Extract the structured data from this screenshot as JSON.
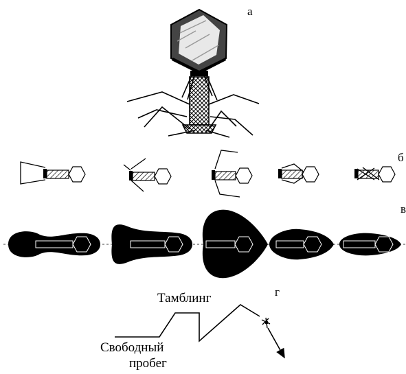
{
  "panels": {
    "a": "а",
    "b": "б",
    "v": "в",
    "g": "г"
  },
  "path_labels": {
    "tumble": "Тамблинг",
    "run_line1": "Свободный",
    "run_line2": "пробег"
  },
  "colors": {
    "ink": "#000000",
    "background": "#ffffff"
  }
}
